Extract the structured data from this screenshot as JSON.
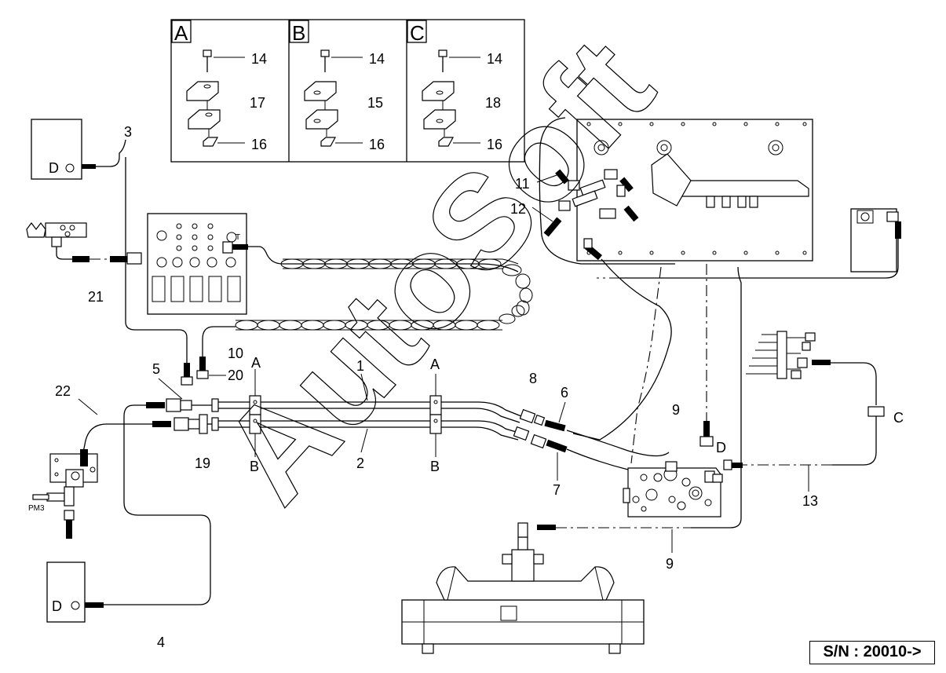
{
  "inset": {
    "panels": [
      {
        "letter": "A",
        "screw": "14",
        "clamp": "17",
        "nut": "16"
      },
      {
        "letter": "B",
        "screw": "14",
        "clamp": "15",
        "nut": "16"
      },
      {
        "letter": "C",
        "screw": "14",
        "clamp": "18",
        "nut": "16"
      }
    ]
  },
  "callouts": {
    "c1": "1",
    "c2": "2",
    "c3": "3",
    "c4": "4",
    "c5": "5",
    "c6": "6",
    "c7": "7",
    "c8": "8",
    "c9a": "9",
    "c9b": "9",
    "c10": "10",
    "c11": "11",
    "c12": "12",
    "c13": "13",
    "c19": "19",
    "c20": "20",
    "c21": "21",
    "c22": "22"
  },
  "clamp_labels": {
    "a_left": "A",
    "a_mid": "A",
    "b_left": "B",
    "b_mid": "B",
    "c_right": "C",
    "d_valve": "D"
  },
  "component_marks": {
    "d_top": "D",
    "d_bottom": "D",
    "pm3": "PM3",
    "t_port": "T"
  },
  "watermark": "AutoSoft",
  "serial": "S/N :  20010->"
}
